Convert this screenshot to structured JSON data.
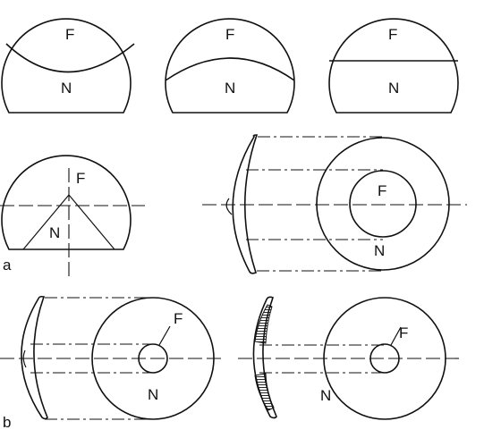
{
  "labels": {
    "far": "F",
    "near": "N"
  },
  "sections": {
    "a": "a",
    "b": "b"
  },
  "colors": {
    "ink": "#111111",
    "background": "#ffffff"
  }
}
